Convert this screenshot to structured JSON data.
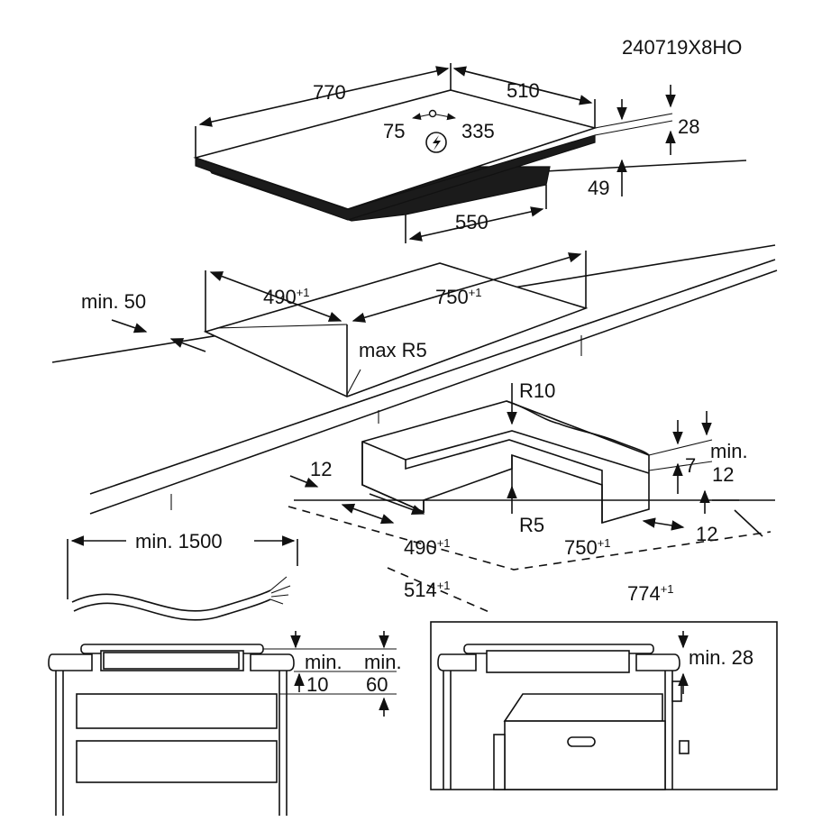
{
  "code": "240719X8HO",
  "hob": {
    "width": "770",
    "depth": "510",
    "thickness": "28",
    "body_height": "49",
    "body_width": "550",
    "connection_offset": "75",
    "connection_distance": "335"
  },
  "cutout": {
    "min_edge": "min. 50",
    "depth": "490",
    "depth_tol": "+1",
    "width": "750",
    "width_tol": "+1",
    "corner_radius": "max R5"
  },
  "frame": {
    "outer_radius": "R10",
    "inner_radius": "R5",
    "offset_left": "12",
    "offset_right": "12",
    "depth_inner": "7",
    "min_label": "min.",
    "min_value": "12",
    "inner_depth": "490",
    "inner_depth_tol": "+1",
    "inner_width": "750",
    "inner_width_tol": "+1",
    "outer_depth": "514",
    "outer_depth_tol": "+1",
    "outer_width": "774",
    "outer_width_tol": "+1"
  },
  "cable": {
    "min_length": "min. 1500"
  },
  "install_drawer": {
    "min_label_a": "min.",
    "value_a": "10",
    "min_label_b": "min.",
    "value_b": "60"
  },
  "install_oven": {
    "clearance": "min. 28"
  }
}
